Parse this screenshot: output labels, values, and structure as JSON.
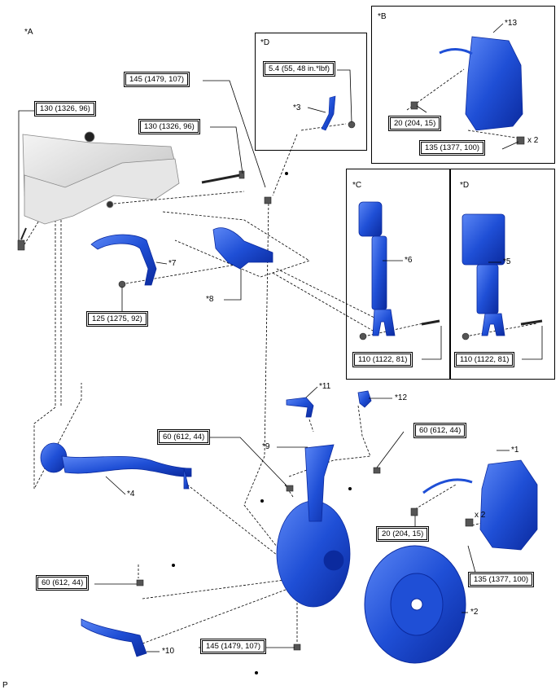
{
  "labels": {
    "a": "*A",
    "b": "*B",
    "c": "*C",
    "d_top": "*D",
    "d_right": "*D",
    "p1": "*1",
    "p2": "*2",
    "p3": "*3",
    "p4": "*4",
    "p5": "*5",
    "p6": "*6",
    "p7": "*7",
    "p8": "*8",
    "p9": "*9",
    "p10": "*10",
    "p11": "*11",
    "p12": "*12",
    "p13": "*13",
    "x2_top": "x 2",
    "x2_bottom": "x 2",
    "corner": "P"
  },
  "torques": {
    "t130_left": "130 (1326, 96)",
    "t145_top": "145 (1479, 107)",
    "t130_mid": "130 (1326, 96)",
    "t54": "5.4 (55, 48 in.*lbf)",
    "t20_top": "20 (204, 15)",
    "t135_top": "135 (1377, 100)",
    "t125": "125 (1275, 92)",
    "t110_c": "110 (1122, 81)",
    "t110_d": "110 (1122, 81)",
    "t60_left": "60 (612, 44)",
    "t60_right": "60 (612, 44)",
    "t20_bottom": "20 (204, 15)",
    "t135_bottom": "135 (1377, 100)",
    "t60_bottom": "60 (612, 44)",
    "t145_bottom": "145 (1479, 107)"
  },
  "colors": {
    "part": "#1f4fd6",
    "part_dark": "#0b2a9e",
    "part_light": "#4f7cf0",
    "frame": "#d9d9d9"
  }
}
